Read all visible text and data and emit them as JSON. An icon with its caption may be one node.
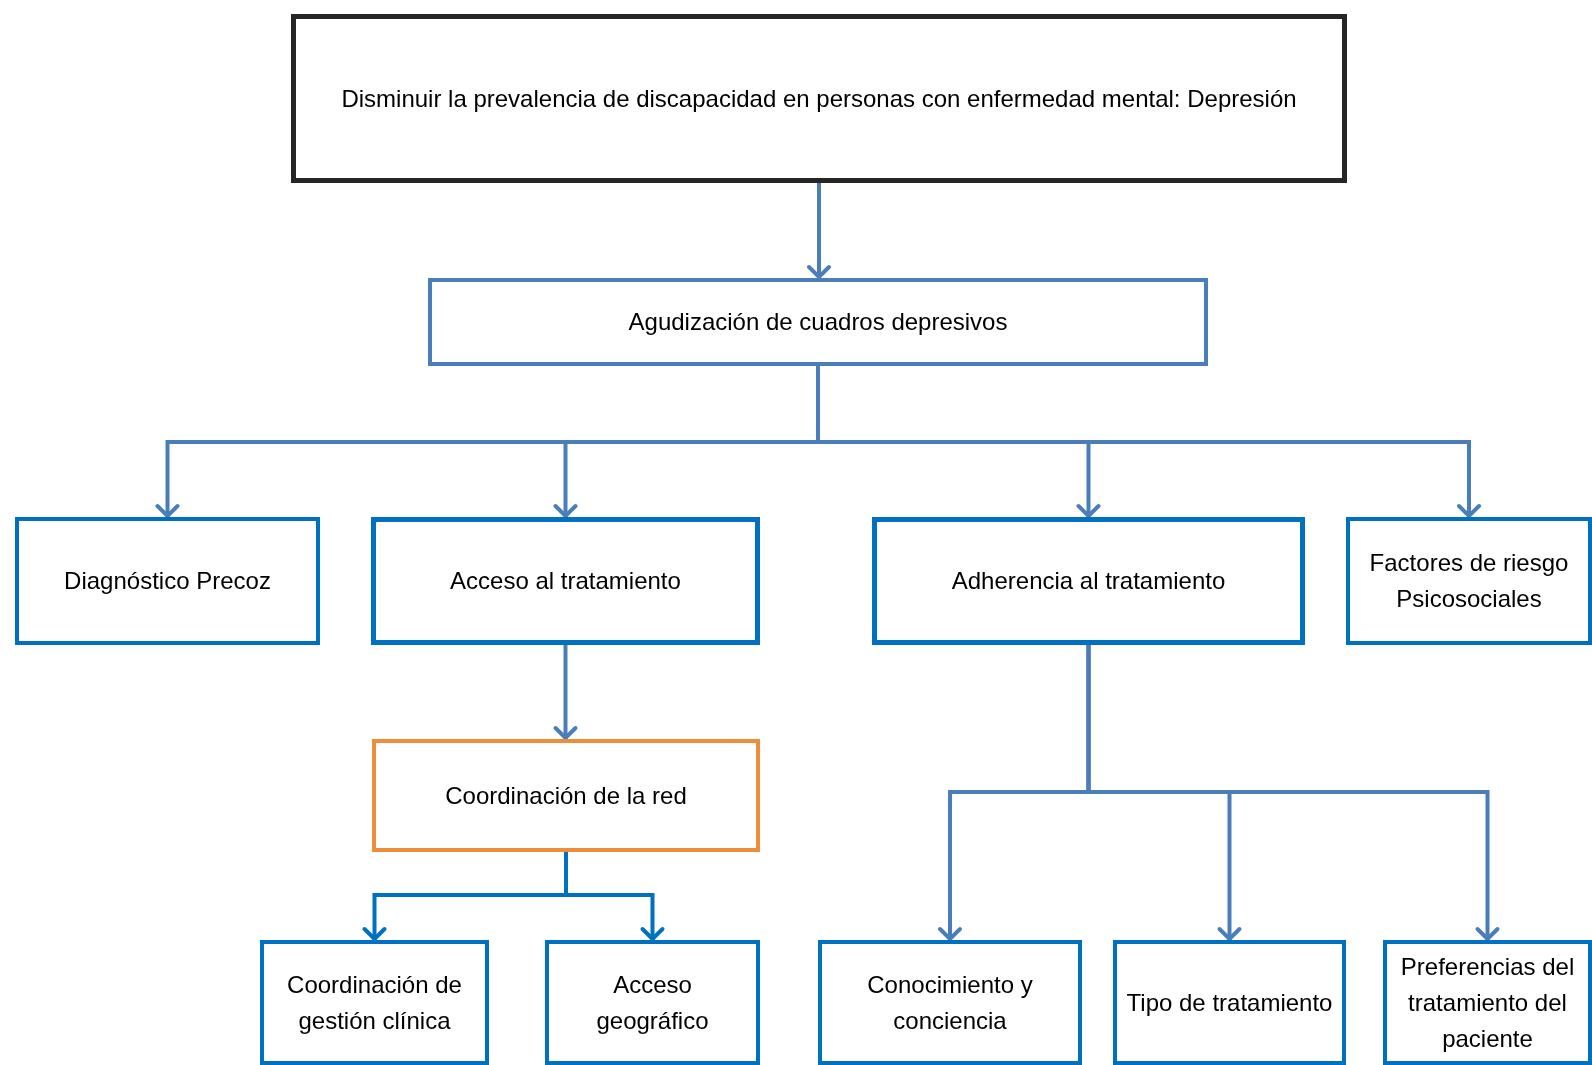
{
  "diagram": {
    "nodes": [
      {
        "text": [
          "Disminuir la prevalencia de discapacidad en personas con enfermedad mental: Depresión"
        ]
      },
      {
        "text": [
          "Agudización de cuadros depresivos"
        ]
      },
      {
        "text": [
          "Diagnóstico Precoz"
        ]
      },
      {
        "text": [
          "Acceso al tratamiento"
        ]
      },
      {
        "text": [
          "Adherencia al tratamiento"
        ]
      },
      {
        "text": [
          "Factores de riesgo Psicosociales"
        ]
      },
      {
        "text": [
          "Coordinación de la red"
        ]
      },
      {
        "text": [
          "Coordinación de gestión clínica"
        ]
      },
      {
        "text": [
          "Acceso geográfico"
        ]
      },
      {
        "text": [
          "Conocimiento y conciencia"
        ]
      },
      {
        "text": [
          "Tipo de tratamiento"
        ]
      },
      {
        "text": [
          "Preferencias del tratamiento del paciente"
        ]
      }
    ],
    "edges": [
      {
        "from": 0,
        "to": 1,
        "arrow": "to"
      },
      {
        "from": 1,
        "to": 2,
        "arrow": "to"
      },
      {
        "from": 1,
        "to": 3,
        "arrow": "to"
      },
      {
        "from": 1,
        "to": 4,
        "arrow": "to"
      },
      {
        "from": 1,
        "to": 5,
        "arrow": "to"
      },
      {
        "from": 3,
        "to": 6,
        "arrow": "to"
      },
      {
        "from": 6,
        "to": 7,
        "arrow": "to",
        "color": "#0070c0"
      },
      {
        "from": 6,
        "to": 8,
        "arrow": "to",
        "color": "#0070c0"
      },
      {
        "from": 4,
        "to": 9,
        "arrow": "to"
      },
      {
        "from": 4,
        "to": 10,
        "arrow": "to"
      },
      {
        "from": 4,
        "to": 11,
        "arrow": "to"
      }
    ]
  }
}
